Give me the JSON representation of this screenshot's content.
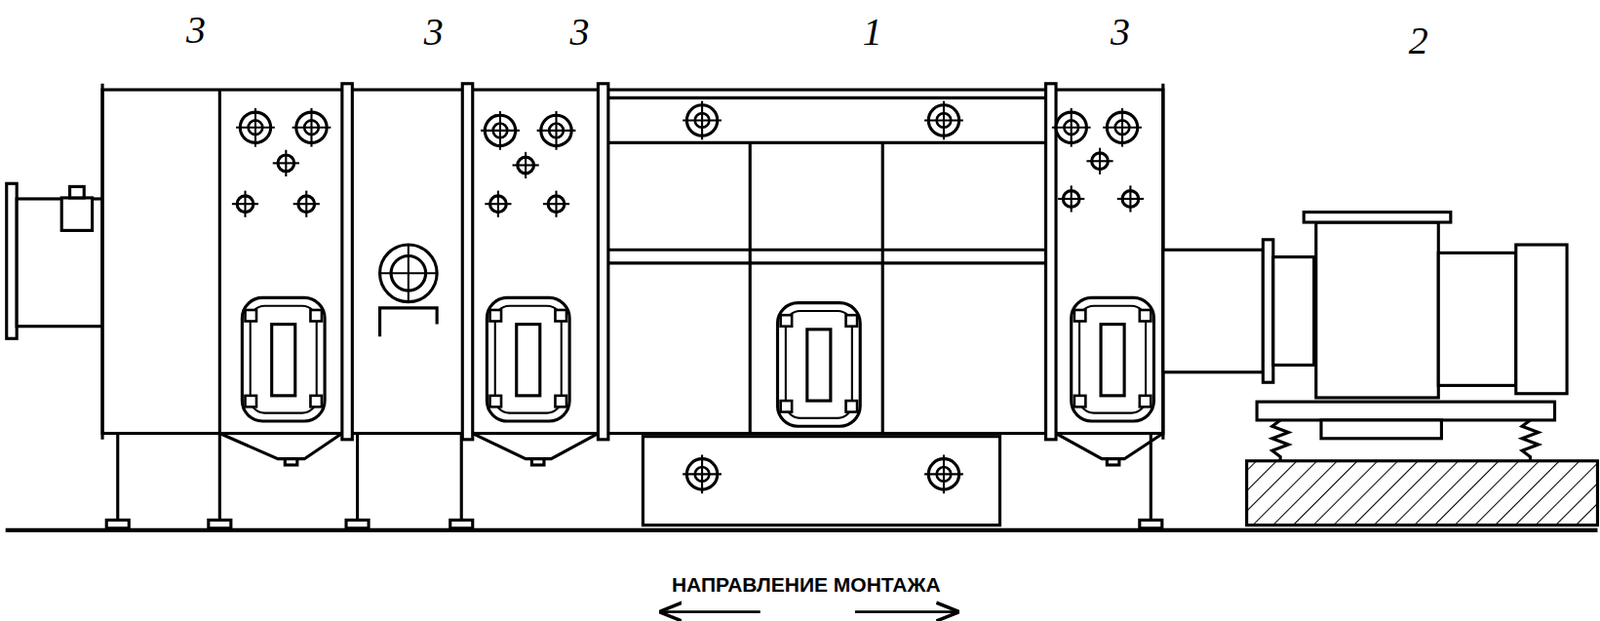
{
  "diagram": {
    "labels": [
      "3",
      "3",
      "3",
      "1",
      "3",
      "2",
      "НАПРАВЛЕНИЕ МОНТАЖА"
    ]
  }
}
